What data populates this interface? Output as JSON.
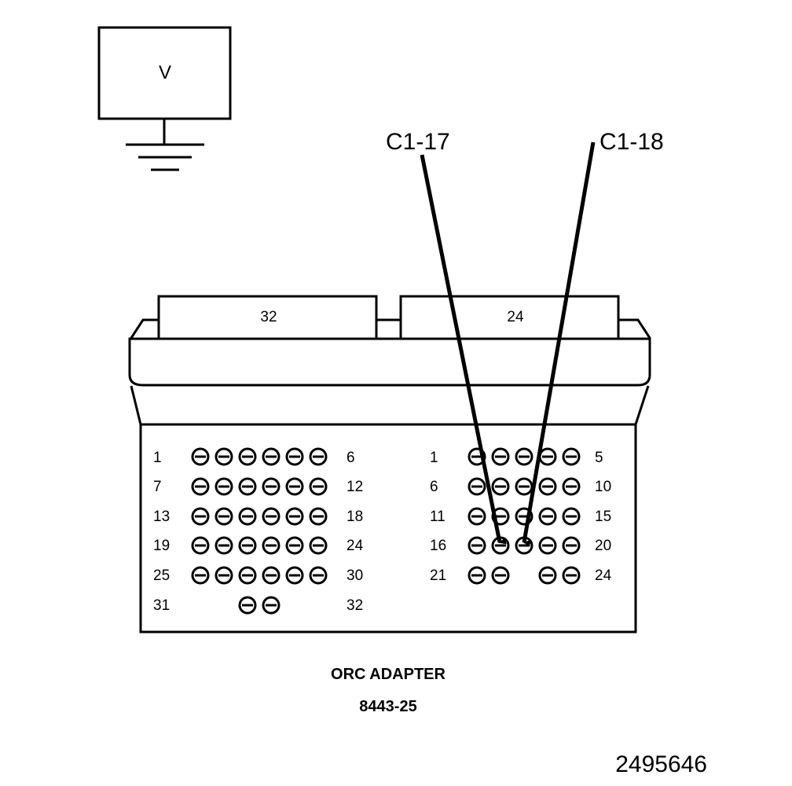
{
  "meter": {
    "symbol": "V"
  },
  "connectors": {
    "left": {
      "tab_label": "32",
      "row_labels": [
        [
          "1",
          "6"
        ],
        [
          "7",
          "12"
        ],
        [
          "13",
          "18"
        ],
        [
          "19",
          "24"
        ],
        [
          "25",
          "30"
        ],
        [
          "31",
          "32"
        ]
      ]
    },
    "right": {
      "tab_label": "24",
      "row_labels": [
        [
          "1",
          "5"
        ],
        [
          "6",
          "10"
        ],
        [
          "11",
          "15"
        ],
        [
          "16",
          "20"
        ],
        [
          "21",
          "24"
        ]
      ]
    }
  },
  "probes": [
    {
      "label": "C1-17"
    },
    {
      "label": "C1-18"
    }
  ],
  "caption": {
    "title": "ORC ADAPTER",
    "part_number": "8443-25"
  },
  "figure_id": "2495646"
}
